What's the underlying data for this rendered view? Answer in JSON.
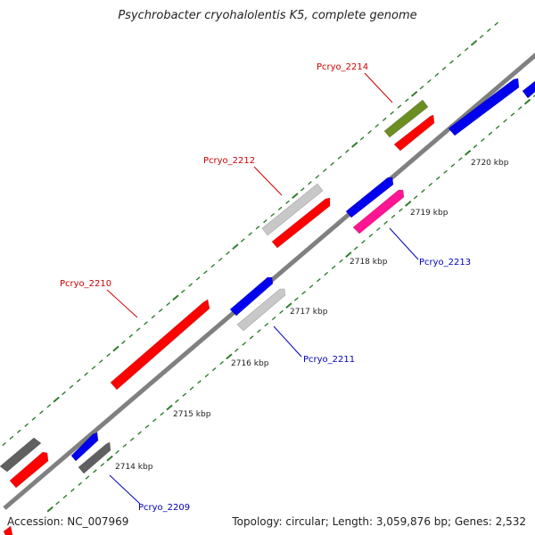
{
  "title": "Psychrobacter cryohalolentis K5, complete genome",
  "footer": {
    "accession": "Accession: NC_007969",
    "summary": "Topology: circular; Length: 3,059,876 bp; Genes: 2,532"
  },
  "colors": {
    "backbone": "#808080",
    "tick": "#2e7d2e",
    "red_label": "#cc0000",
    "blue_label": "#0000bb",
    "red": "#ff0000",
    "blue": "#0000ee",
    "lightgray": "#c8c8c8",
    "darkgray": "#606060",
    "olive": "#6b8e23",
    "magenta": "#ff1493"
  },
  "kbp_labels": [
    "2714 kbp",
    "2715 kbp",
    "2716 kbp",
    "2717 kbp",
    "2718 kbp",
    "2719 kbp",
    "2720 kbp"
  ],
  "gene_labels": [
    "Pcryo_2209",
    "Pcryo_2210",
    "Pcryo_2211",
    "Pcryo_2212",
    "Pcryo_2213",
    "Pcryo_2214"
  ]
}
